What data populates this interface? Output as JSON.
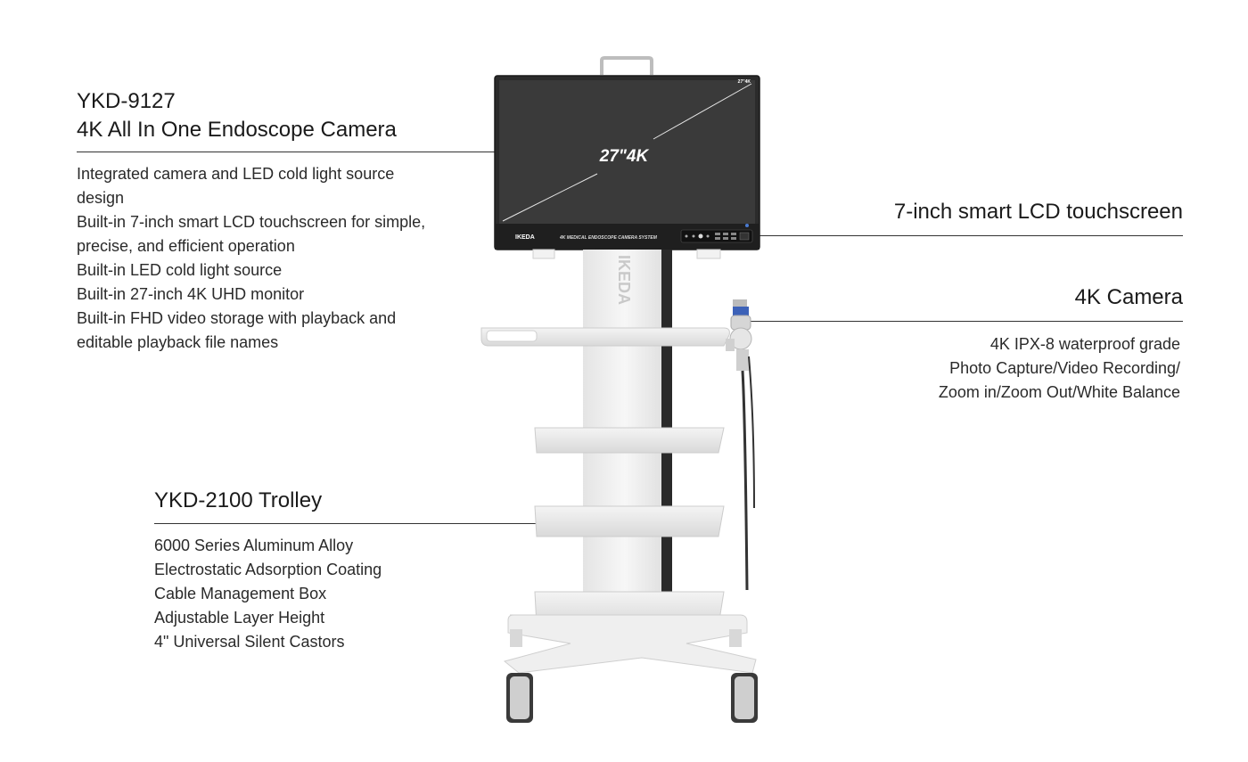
{
  "monitor_block": {
    "model": "YKD-9127",
    "title": "4K All In One Endoscope Camera",
    "features": [
      "Integrated camera and LED cold light source",
      "design",
      "Built-in 7-inch smart LCD touchscreen for simple,",
      "precise, and efficient operation",
      "Built-in LED cold light source",
      "Built-in 27-inch 4K UHD monitor",
      "Built-in FHD video storage with playback and",
      "editable playback file names"
    ]
  },
  "touchscreen_block": {
    "title": "7-inch smart LCD touchscreen"
  },
  "camera_block": {
    "title": "4K Camera",
    "features": [
      "4K IPX-8 waterproof grade",
      "Photo Capture/Video Recording/",
      "Zoom in/Zoom Out/White Balance"
    ]
  },
  "trolley_block": {
    "title": "YKD-2100 Trolley",
    "features": [
      "6000 Series Aluminum Alloy",
      "Electrostatic Adsorption Coating",
      "Cable Management Box",
      "Adjustable Layer Height",
      "4\" Universal Silent Castors"
    ]
  },
  "product": {
    "screen_size_label": "27\"4K",
    "corner_label": "27\"4K",
    "brand": "IKEDA",
    "bezel_text": "4K MEDICAL ENDOSCOPE CAMERA SYSTEM",
    "pillar_brand": "IKEDA"
  }
}
